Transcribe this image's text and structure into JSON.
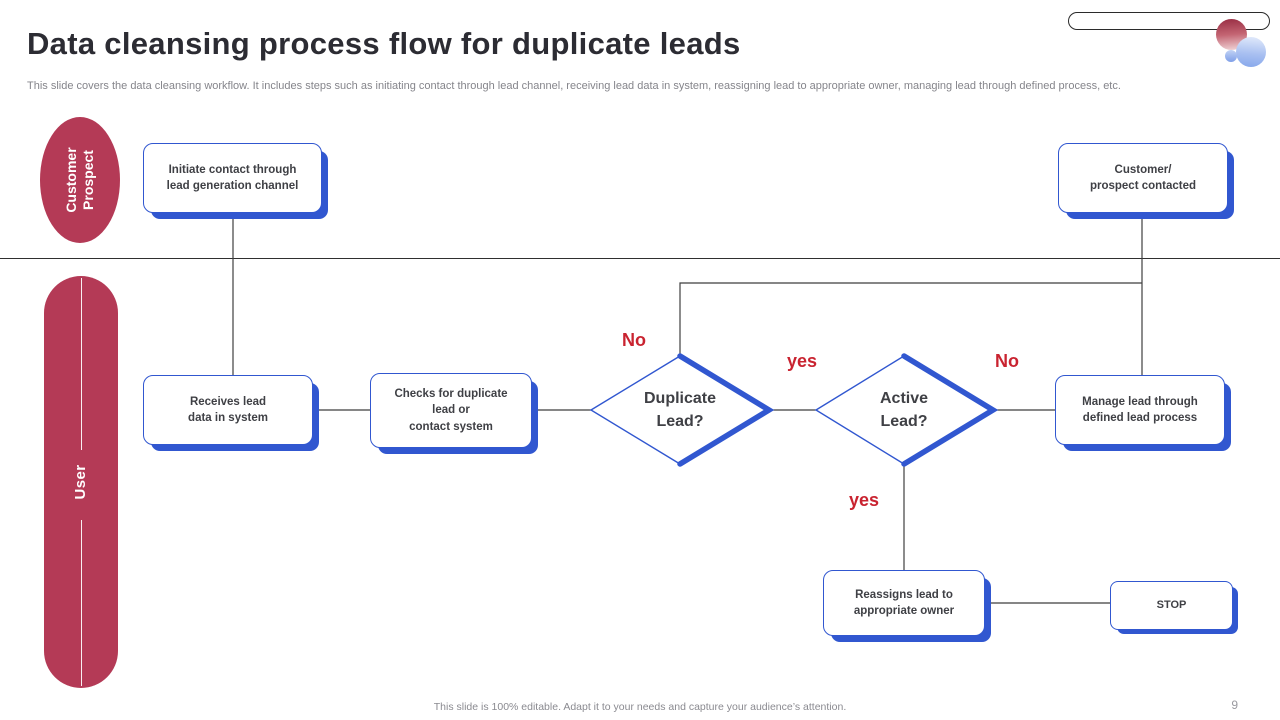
{
  "slide": {
    "title": "Data cleansing process flow for duplicate leads",
    "subtitle": "This slide covers the data cleansing workflow. It includes steps such as initiating contact through lead channel, receiving lead data in system, reassigning lead to appropriate owner, managing lead through defined process, etc.",
    "footer": "This slide is 100% editable. Adapt it to your needs and capture your audience’s attention.",
    "page_number": "9"
  },
  "theme": {
    "accent_blue": "#3157d0",
    "lane_red": "#b43a56",
    "label_red": "#c92330",
    "line_color": "#3f3f3f",
    "text_dark": "#3f4045",
    "text_gray": "#85858b"
  },
  "lanes": {
    "customer": "Customer\nProspect",
    "user": "User"
  },
  "flowchart": {
    "nodes": {
      "initiate": "Initiate contact through\nlead generation channel",
      "customer_contacted": "Customer/\nprospect contacted",
      "receives": "Receives lead\ndata in system",
      "checks": "Checks for duplicate\nlead or\ncontact system",
      "duplicate_lead": "Duplicate\nLead?",
      "active_lead": "Active\nLead?",
      "manage": "Manage lead through\ndefined lead process",
      "reassigns": "Reassigns lead to\nappropriate owner",
      "stop": "STOP"
    },
    "edge_labels": {
      "duplicate_no": "No",
      "duplicate_yes": "yes",
      "active_no": "No",
      "active_yes": "yes"
    }
  }
}
